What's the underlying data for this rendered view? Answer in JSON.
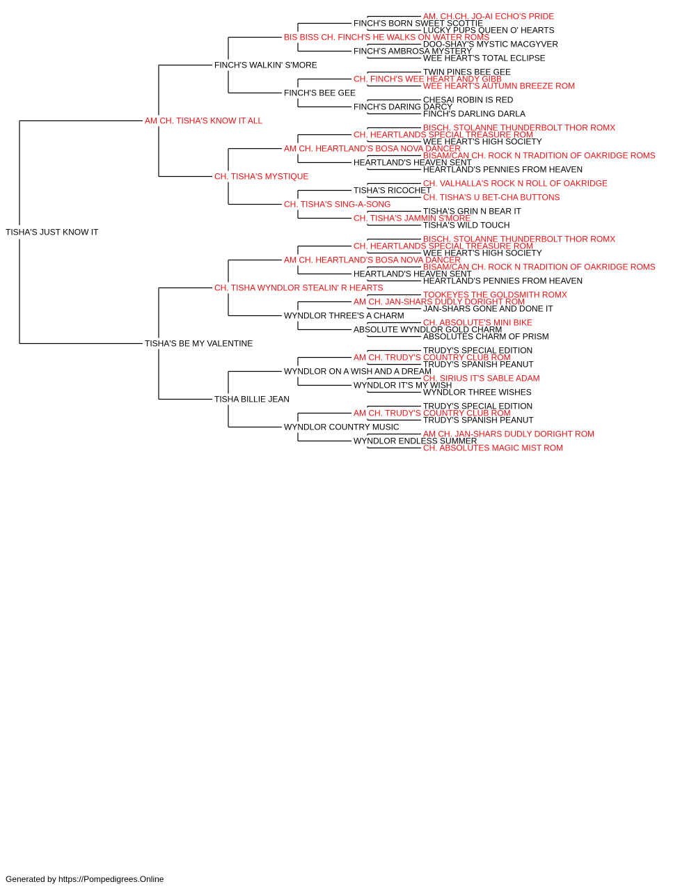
{
  "colors": {
    "titled": "#ee1111",
    "plain": "#000000",
    "line": "#000000"
  },
  "footer": {
    "text": "Generated by https://Pompedigrees.Online"
  },
  "pedigree": {
    "name": "TISHA'S JUST KNOW IT",
    "titled": false,
    "sire": {
      "name": "AM CH. TISHA'S KNOW IT ALL",
      "titled": true,
      "sire": {
        "name": "FINCH'S WALKIN' S'MORE",
        "titled": false,
        "sire": {
          "name": "BIS BISS CH. FINCH'S HE WALKS ON WATER ROMS",
          "titled": true,
          "sire": {
            "name": "FINCH'S BORN SWEET SCOTTIE",
            "titled": false,
            "sire": {
              "name": "AM. CH.CH. JO-AI ECHO'S PRIDE",
              "titled": true
            },
            "dam": {
              "name": "LUCKY PUPS QUEEN O' HEARTS",
              "titled": false
            }
          },
          "dam": {
            "name": "FINCH'S AMBROSA MYSTERY",
            "titled": false,
            "sire": {
              "name": "DOO-SHAY'S MYSTIC MACGYVER",
              "titled": false
            },
            "dam": {
              "name": "WEE HEART'S TOTAL ECLIPSE",
              "titled": false
            }
          }
        },
        "dam": {
          "name": "FINCH'S BEE GEE",
          "titled": false,
          "sire": {
            "name": "CH. FINCH'S WEE HEART ANDY GIBB",
            "titled": true,
            "sire": {
              "name": "TWIN PINES BEE GEE",
              "titled": false
            },
            "dam": {
              "name": "WEE HEART'S AUTUMN BREEZE ROM",
              "titled": true
            }
          },
          "dam": {
            "name": "FINCH'S DARING DARCY",
            "titled": false,
            "sire": {
              "name": "CHESAI ROBIN IS RED",
              "titled": false
            },
            "dam": {
              "name": "FINCH'S DARLING DARLA",
              "titled": false
            }
          }
        }
      },
      "dam": {
        "name": "CH. TISHA'S MYSTIQUE",
        "titled": true,
        "sire": {
          "name": "AM CH. HEARTLAND'S BOSA NOVA DANCER",
          "titled": true,
          "sire": {
            "name": "CH. HEARTLANDS SPECIAL TREASURE ROM",
            "titled": true,
            "sire": {
              "name": "BISCH. STOLANNE THUNDERBOLT THOR ROMX",
              "titled": true
            },
            "dam": {
              "name": "WEE HEART'S HIGH SOCIETY",
              "titled": false
            }
          },
          "dam": {
            "name": "HEARTLAND'S HEAVEN SENT",
            "titled": false,
            "sire": {
              "name": "BISAM/CAN CH. ROCK N TRADITION OF OAKRIDGE ROMS",
              "titled": true
            },
            "dam": {
              "name": "HEARTLAND'S PENNIES FROM HEAVEN",
              "titled": false
            }
          }
        },
        "dam": {
          "name": "CH. TISHA'S SING-A-SONG",
          "titled": true,
          "sire": {
            "name": "TISHA'S RICOCHET",
            "titled": false,
            "sire": {
              "name": "CH. VALHALLA'S ROCK N ROLL OF OAKRIDGE",
              "titled": true
            },
            "dam": {
              "name": "CH. TISHA'S U BET-CHA BUTTONS",
              "titled": true
            }
          },
          "dam": {
            "name": "CH. TISHA'S JAMMIN S'MORE",
            "titled": true,
            "sire": {
              "name": "TISHA'S GRIN N BEAR IT",
              "titled": false
            },
            "dam": {
              "name": "TISHA'S WILD TOUCH",
              "titled": false
            }
          }
        }
      }
    },
    "dam": {
      "name": "TISHA'S BE MY VALENTINE",
      "titled": false,
      "sire": {
        "name": "CH. TISHA WYNDLOR STEALIN' R HEARTS",
        "titled": true,
        "sire": {
          "name": "AM CH. HEARTLAND'S BOSA NOVA DANCER",
          "titled": true,
          "sire": {
            "name": "CH. HEARTLANDS SPECIAL TREASURE ROM",
            "titled": true,
            "sire": {
              "name": "BISCH. STOLANNE THUNDERBOLT THOR ROMX",
              "titled": true
            },
            "dam": {
              "name": "WEE HEART'S HIGH SOCIETY",
              "titled": false
            }
          },
          "dam": {
            "name": "HEARTLAND'S HEAVEN SENT",
            "titled": false,
            "sire": {
              "name": "BISAM/CAN CH. ROCK N TRADITION OF OAKRIDGE ROMS",
              "titled": true
            },
            "dam": {
              "name": "HEARTLAND'S PENNIES FROM HEAVEN",
              "titled": false
            }
          }
        },
        "dam": {
          "name": "WYNDLOR THREE'S A CHARM",
          "titled": false,
          "sire": {
            "name": "AM CH. JAN-SHARS DUDLY DORIGHT ROM",
            "titled": true,
            "sire": {
              "name": "TOOKEYES THE GOLDSMITH ROMX",
              "titled": true
            },
            "dam": {
              "name": "JAN-SHARS GONE AND DONE IT",
              "titled": false
            }
          },
          "dam": {
            "name": "ABSOLUTE WYNDLOR GOLD CHARM",
            "titled": false,
            "sire": {
              "name": "CH. ABSOLUTE'S MINI BIKE",
              "titled": true
            },
            "dam": {
              "name": "ABSOLUTES CHARM OF PRISM",
              "titled": false
            }
          }
        }
      },
      "dam": {
        "name": "TISHA BILLIE JEAN",
        "titled": false,
        "sire": {
          "name": "WYNDLOR ON A WISH AND A DREAM",
          "titled": false,
          "sire": {
            "name": "AM CH. TRUDY'S COUNTRY CLUB ROM",
            "titled": true,
            "sire": {
              "name": "TRUDY'S SPECIAL EDITION",
              "titled": false
            },
            "dam": {
              "name": "TRUDY'S SPANISH PEANUT",
              "titled": false
            }
          },
          "dam": {
            "name": "WYNDLOR IT'S MY WISH",
            "titled": false,
            "sire": {
              "name": "CH. SIRIUS IT'S SABLE ADAM",
              "titled": true
            },
            "dam": {
              "name": "WYNDLOR THREE WISHES",
              "titled": false
            }
          }
        },
        "dam": {
          "name": "WYNDLOR COUNTRY MUSIC",
          "titled": false,
          "sire": {
            "name": "AM CH. TRUDY'S COUNTRY CLUB ROM",
            "titled": true,
            "sire": {
              "name": "TRUDY'S SPECIAL EDITION",
              "titled": false
            },
            "dam": {
              "name": "TRUDY'S SPANISH PEANUT",
              "titled": false
            }
          },
          "dam": {
            "name": "WYNDLOR ENDLESS SUMMER",
            "titled": false,
            "sire": {
              "name": "AM CH. JAN-SHARS DUDLY DORIGHT ROM",
              "titled": true
            },
            "dam": {
              "name": "CH. ABSOLUTES MAGIC MIST ROM",
              "titled": true
            }
          }
        }
      }
    }
  }
}
